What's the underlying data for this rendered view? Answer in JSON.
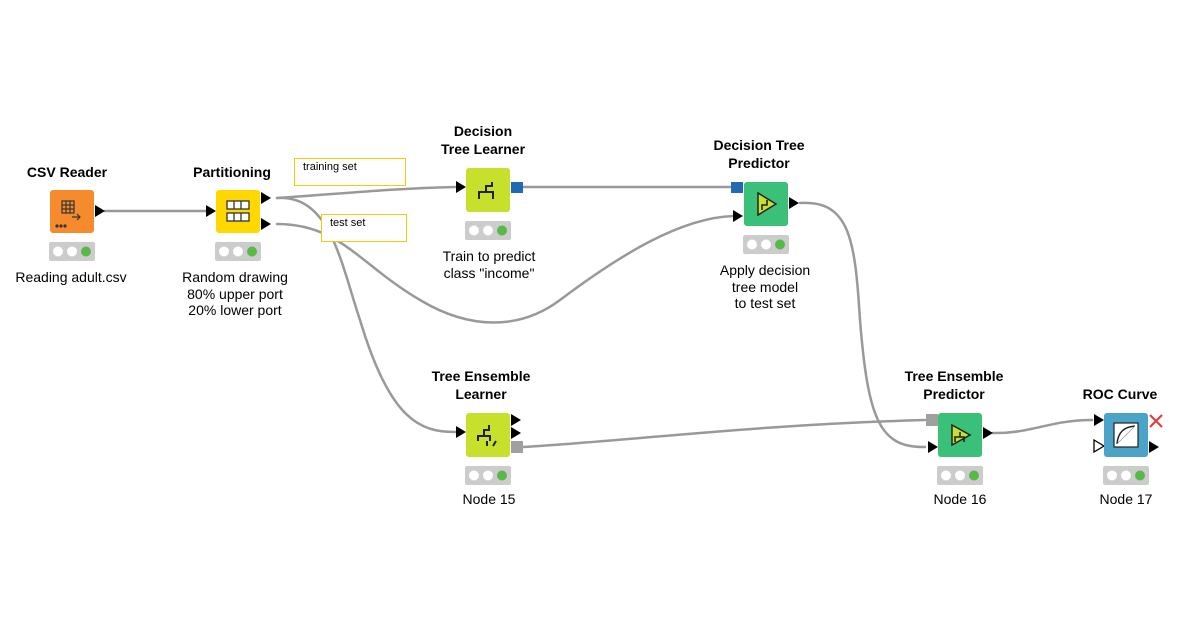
{
  "workflow": {
    "nodes": [
      {
        "id": "csv-reader",
        "title": "CSV Reader",
        "label": "Reading adult.csv",
        "color": "#f68b2d",
        "icon": "table-import-icon"
      },
      {
        "id": "partitioning",
        "title": "Partitioning",
        "label": "Random drawing\n80% upper port\n20% lower port",
        "color": "#ffd800",
        "icon": "partition-grid-icon"
      },
      {
        "id": "dt-learner",
        "title": "Decision\nTree Learner",
        "label": "Train to predict\nclass \"income\"",
        "color": "#c6e02c",
        "icon": "tree-learner-icon"
      },
      {
        "id": "dt-predictor",
        "title": "Decision Tree\nPredictor",
        "label": "Apply decision\ntree model\nto test set",
        "color": "#3bc079",
        "icon": "predictor-icon"
      },
      {
        "id": "te-learner",
        "title": "Tree Ensemble\nLearner",
        "label": "Node 15",
        "color": "#c6e02c",
        "icon": "ensemble-learner-icon"
      },
      {
        "id": "te-predictor",
        "title": "Tree Ensemble\nPredictor",
        "label": "Node 16",
        "color": "#3bc079",
        "icon": "ensemble-predictor-icon"
      },
      {
        "id": "roc-curve",
        "title": "ROC Curve",
        "label": "Node 17",
        "color": "#4ba3c7",
        "icon": "roc-curve-icon"
      }
    ],
    "annotations": [
      {
        "id": "training-set",
        "text": "training set"
      },
      {
        "id": "test-set",
        "text": "test set"
      }
    ],
    "colors": {
      "connection": "#999999",
      "port_data": "#000000",
      "port_model": "#1f6ab3",
      "port_ensemble": "#a0a0a0",
      "status_green": "#59b948",
      "status_off": "#ffffff",
      "annotation_border": "#f2cc0c",
      "error_cross": "#e04040"
    }
  }
}
